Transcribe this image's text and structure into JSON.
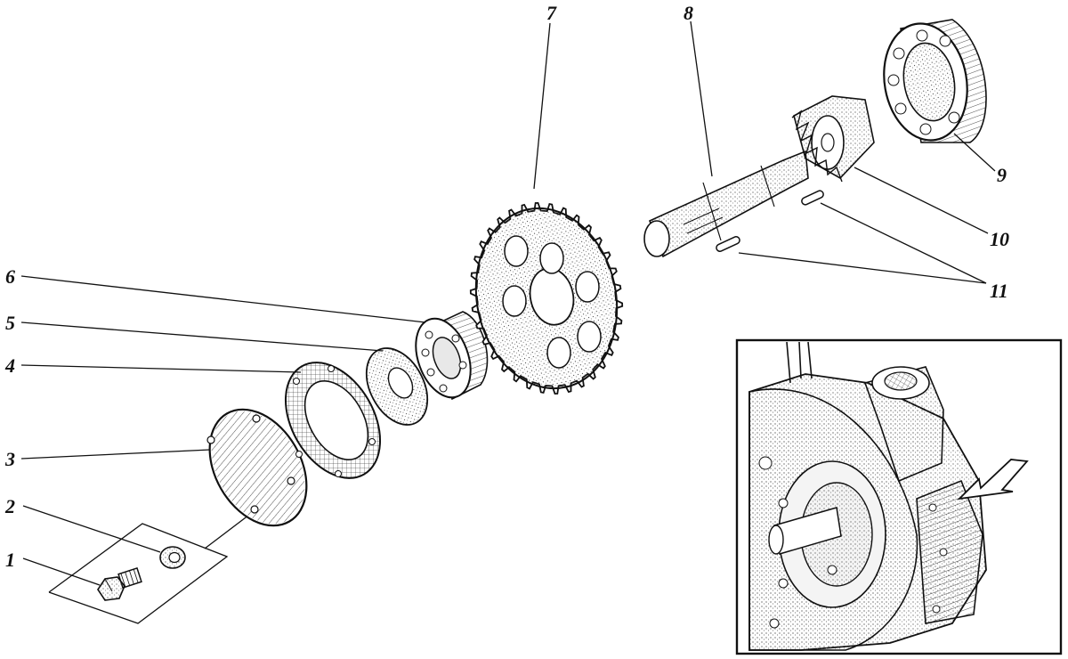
{
  "labels": {
    "p1": "1",
    "p2": "2",
    "p3": "3",
    "p4": "4",
    "p5": "5",
    "p6": "6",
    "p7": "7",
    "p8": "8",
    "p9": "9",
    "p10": "10",
    "p11": "11"
  },
  "colors": {
    "ink": "#111111",
    "paper": "#ffffff",
    "shade": "#d8d8d8"
  }
}
